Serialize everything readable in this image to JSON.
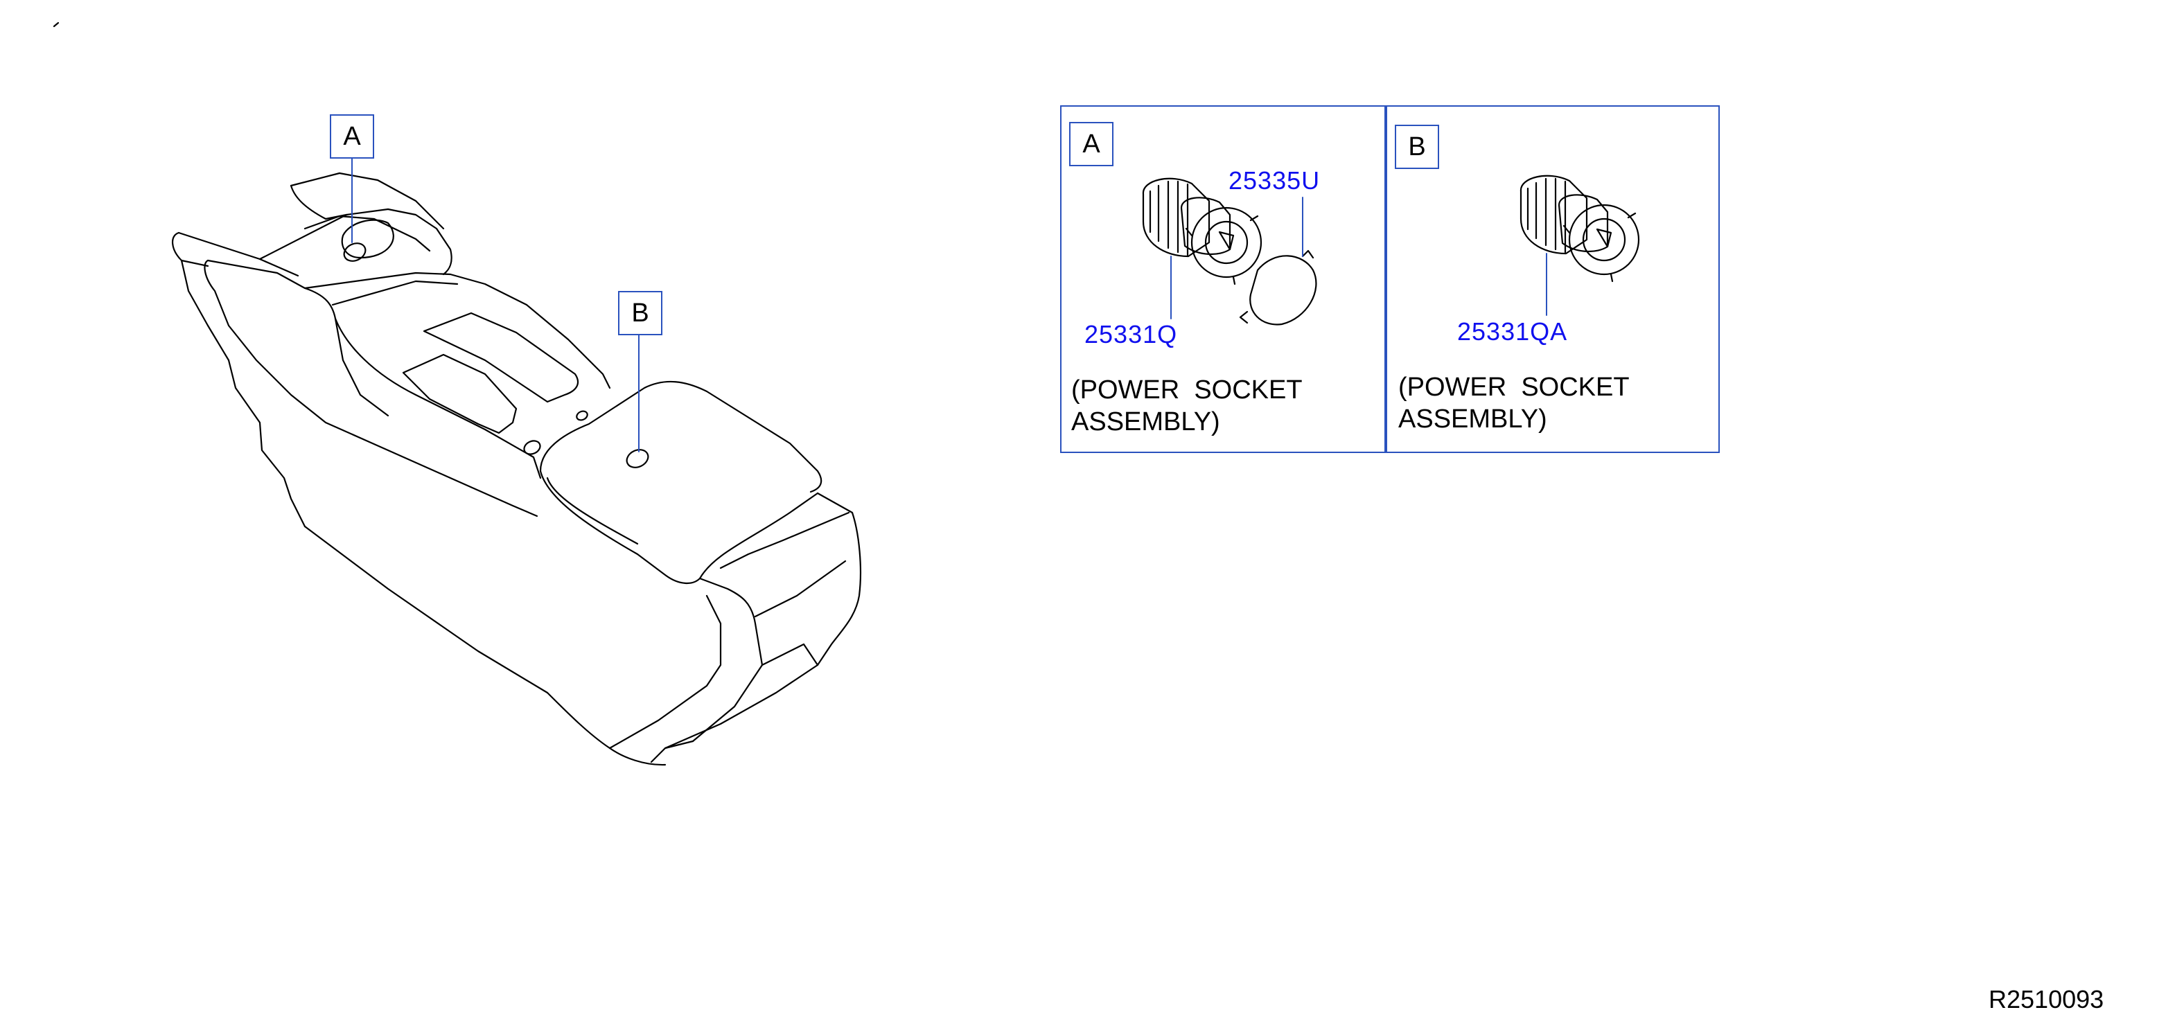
{
  "overview": {
    "callout_a": "A",
    "callout_b": "B"
  },
  "detail_a": {
    "letter": "A",
    "parts": [
      "25335U",
      "25331Q"
    ],
    "description_line1": "(POWER  SOCKET",
    "description_line2": "ASSEMBLY)"
  },
  "detail_b": {
    "letter": "B",
    "parts": [
      "25331QA"
    ],
    "description_line1": "(POWER  SOCKET",
    "description_line2": "ASSEMBLY)"
  },
  "diagram_id": "R2510093",
  "colors": {
    "frame": "#2a52be",
    "part_number": "#1010ee",
    "line_art": "#000000"
  }
}
